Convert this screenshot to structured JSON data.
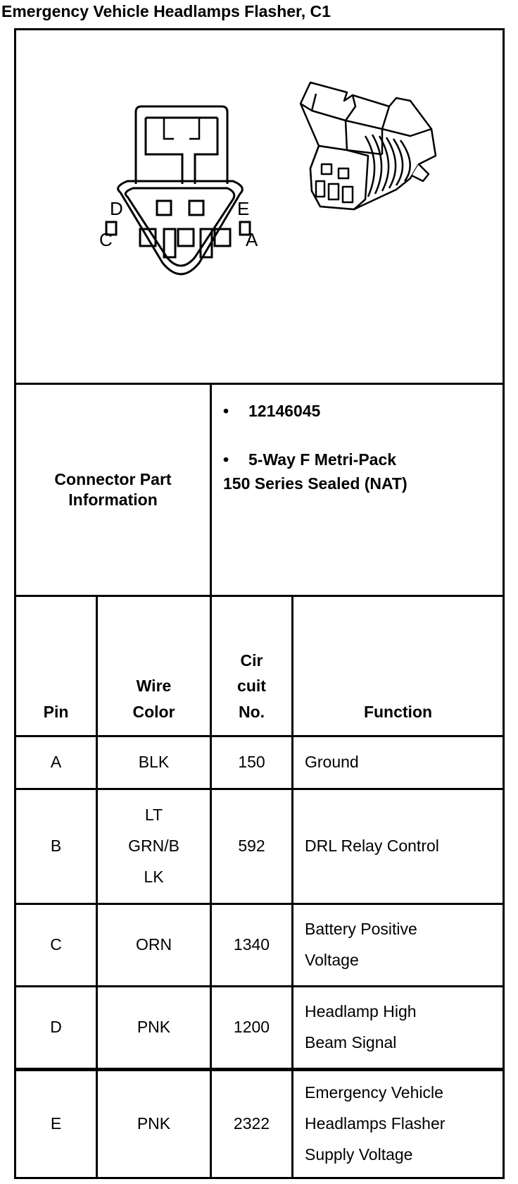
{
  "title": "Emergency Vehicle Headlamps Flasher, C1",
  "diagram": {
    "pin_labels": [
      "D",
      "E",
      "C",
      "A"
    ]
  },
  "connector_part_info": {
    "label_lines": [
      "Connector Part",
      "Information"
    ],
    "bullet": "•",
    "part_number": "12146045",
    "description_line1": "5-Way F Metri-Pack",
    "description_line2": "150 Series Sealed (NAT)"
  },
  "headers": {
    "pin": "Pin",
    "wire_color": [
      "Wire",
      "Color"
    ],
    "circuit": [
      "Cir",
      "cuit",
      "No."
    ],
    "function": "Function"
  },
  "rows": [
    {
      "pin": "A",
      "wire_color": [
        "BLK"
      ],
      "circuit": "150",
      "function": [
        "Ground"
      ]
    },
    {
      "pin": "B",
      "wire_color": [
        "LT",
        "GRN/B",
        "LK"
      ],
      "circuit": "592",
      "function": [
        "DRL Relay Control"
      ]
    },
    {
      "pin": "C",
      "wire_color": [
        "ORN"
      ],
      "circuit": "1340",
      "function": [
        "Battery Positive",
        "Voltage"
      ]
    },
    {
      "pin": "D",
      "wire_color": [
        "PNK"
      ],
      "circuit": "1200",
      "function": [
        "Headlamp High",
        "Beam Signal"
      ]
    },
    {
      "pin": "E",
      "wire_color": [
        "PNK"
      ],
      "circuit": "2322",
      "function": [
        "Emergency Vehicle",
        "Headlamps Flasher",
        "Supply Voltage"
      ]
    }
  ]
}
